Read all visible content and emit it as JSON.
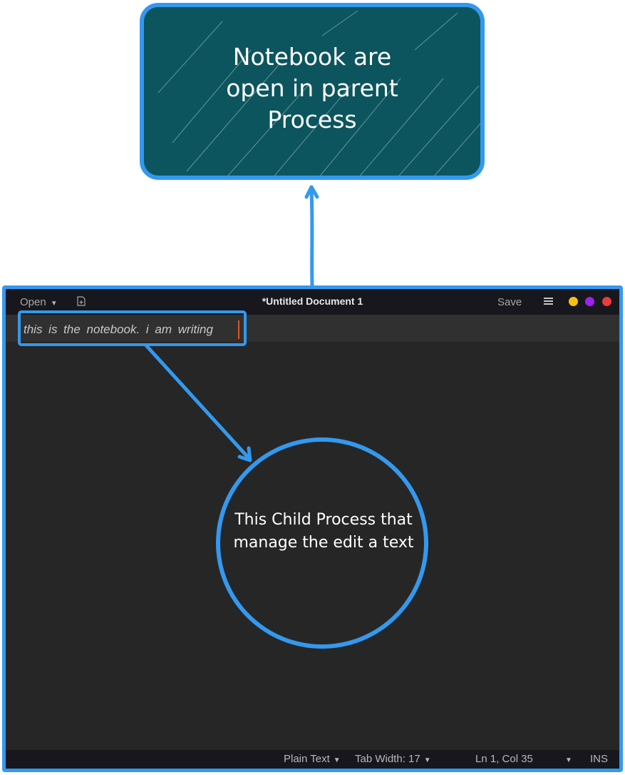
{
  "parent_box": {
    "text": "Notebook are\nopen in parent\nProcess"
  },
  "editor": {
    "open_label": "Open",
    "title": "*Untitled Document 1",
    "save_label": "Save",
    "text_line": "this is the notebook. i am writing",
    "window_buttons": [
      {
        "name": "minimize",
        "color": "#f4c20d"
      },
      {
        "name": "maximize",
        "color": "#a020f0"
      },
      {
        "name": "close",
        "color": "#ec3b3b"
      }
    ],
    "status": {
      "language": "Plain Text",
      "tab_width": "Tab Width: 17",
      "position": "Ln 1, Col 35",
      "mode": "INS"
    }
  },
  "child_circle": {
    "text": "This Child Process that manage the edit a text"
  },
  "colors": {
    "accent": "#3399ee",
    "box_fill": "#0c555e",
    "editor_bg": "#262626",
    "bar_bg": "#17171d",
    "cursor": "#e0561b"
  }
}
